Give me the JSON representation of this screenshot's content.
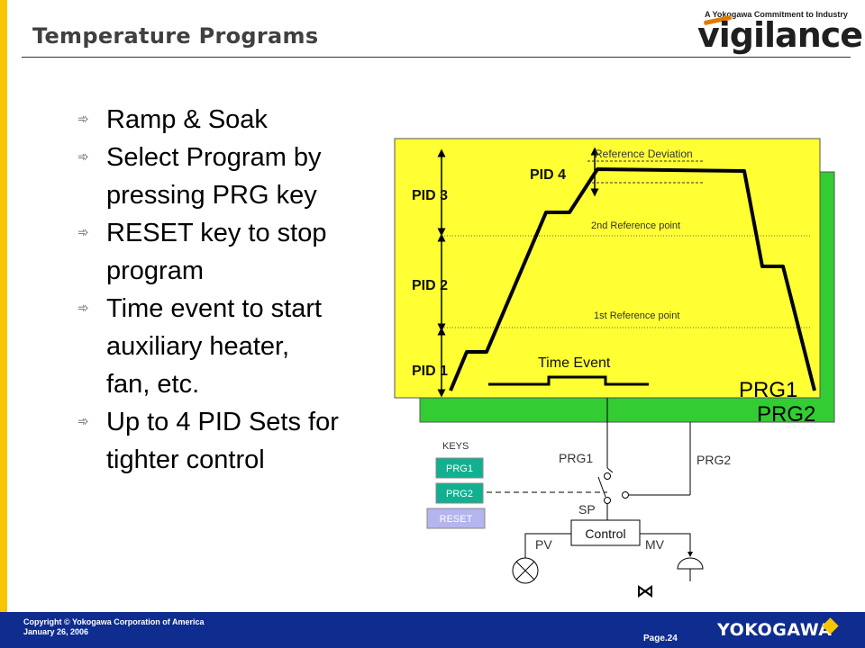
{
  "header": {
    "title": "Temperature Programs",
    "logo_tagline": "A Yokogawa Commitment to Industry",
    "logo_word": "vigilance."
  },
  "bullets": [
    {
      "line1": "Ramp & Soak"
    },
    {
      "line1": "Select Program by",
      "line2": "pressing PRG key"
    },
    {
      "line1": "RESET key to stop",
      "line2": "program"
    },
    {
      "line1": "Time event to start",
      "line2": "auxiliary heater,",
      "line3": "fan, etc."
    },
    {
      "line1": "Up to 4 PID Sets for",
      "line2": "tighter control"
    }
  ],
  "diagram": {
    "reference_deviation": "Reference Deviation",
    "pid4": "PID 4",
    "pid3": "PID 3",
    "pid2": "PID 2",
    "pid1": "PID 1",
    "ref_point_2": "2nd Reference point",
    "ref_point_1": "1st Reference point",
    "time_event": "Time Event",
    "prg1_label": "PRG1",
    "prg2_label": "PRG2",
    "keys_title": "KEYS",
    "key_prg1": "PRG1",
    "key_prg2": "PRG2",
    "key_reset": "RESET",
    "wire_prg1": "PRG1",
    "wire_prg2": "PRG2",
    "sp": "SP",
    "control": "Control",
    "pv": "PV",
    "mv": "MV",
    "colors": {
      "panel_yellow": "#ffff33",
      "panel_green": "#33cc33",
      "key_green": "#10b090",
      "key_reset": "#b4b4ee"
    }
  },
  "footer": {
    "copyright": "Copyright © Yokogawa Corporation of America",
    "date": "January 26, 2006",
    "page": "Page.24",
    "brand": "YOKOGAWA"
  }
}
